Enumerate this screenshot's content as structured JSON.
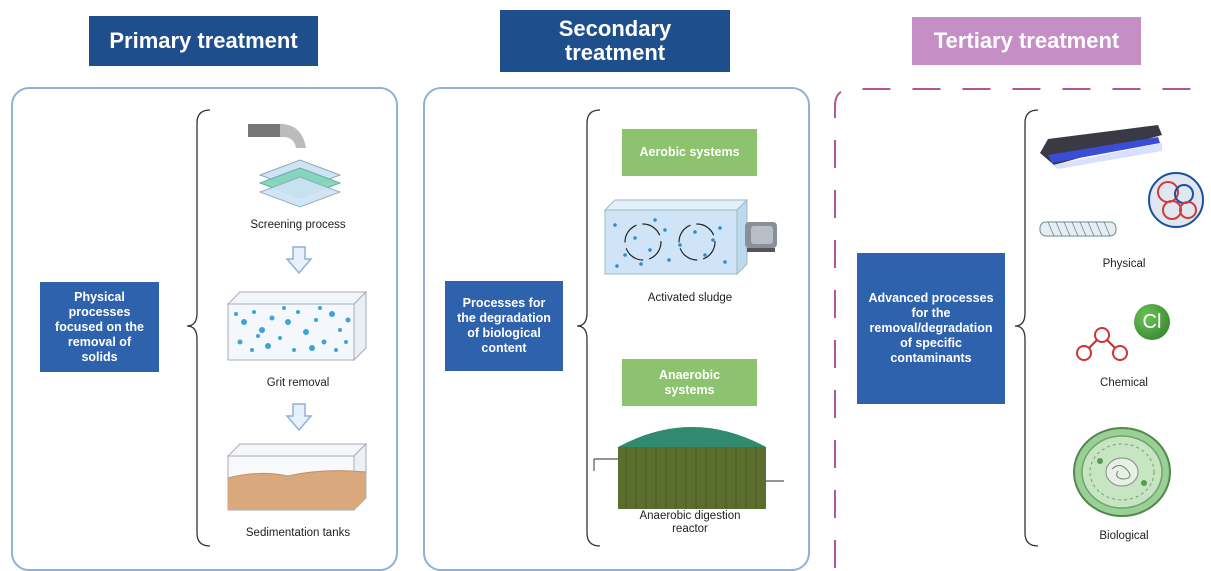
{
  "stages": {
    "primary": "Primary treatment",
    "secondary": "Secondary treatment",
    "tertiary": "Tertiary treatment"
  },
  "primary": {
    "summary": "Physical processes focused on the removal of solids",
    "steps": [
      "Screening process",
      "Grit removal",
      "Sedimentation tanks"
    ]
  },
  "secondary": {
    "summary": "Processes for the degradation of biological content",
    "systems": [
      "Aerobic systems",
      "Anaerobic systems"
    ],
    "items": [
      "Activated sludge",
      "Anaerobic digestion reactor"
    ]
  },
  "tertiary": {
    "summary": "Advanced processes for the removal/degradation of specific contaminants",
    "items": [
      "Physical",
      "Chemical",
      "Biological"
    ],
    "chlorine_symbol": "Cl"
  },
  "colors": {
    "dark_blue": "#1f4e8c",
    "box_blue": "#2f62ad",
    "green": "#8dc26e",
    "violet": "#c58fc6",
    "panel_border": "#8fb0d8",
    "dashed": "#b0559a"
  }
}
